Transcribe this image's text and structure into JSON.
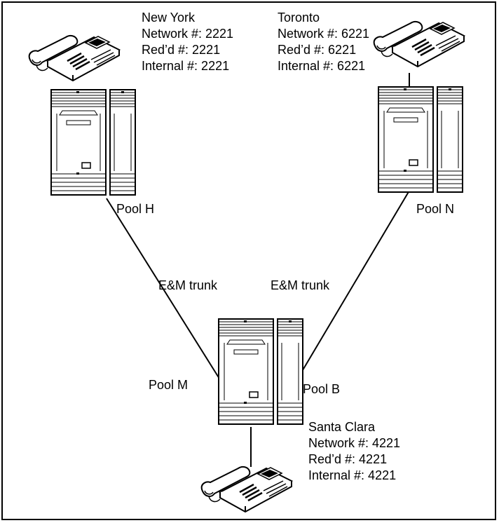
{
  "sites": {
    "new_york": {
      "name": "New York",
      "network": "Network #: 2221",
      "redirect": "Red’d #: 2221",
      "internal": "Internal #: 2221"
    },
    "toronto": {
      "name": "Toronto",
      "network": "Network #: 6221",
      "redirect": "Red’d #: 6221",
      "internal": "Internal #: 6221"
    },
    "santa_clara": {
      "name": "Santa Clara",
      "network": "Network #: 4221",
      "redirect": "Red’d #: 4221",
      "internal": "Internal #: 4221"
    }
  },
  "pools": {
    "h": "Pool H",
    "n": "Pool N",
    "m": "Pool M",
    "b": "Pool B"
  },
  "trunks": {
    "left": "E&M trunk",
    "right": "E&M trunk"
  }
}
